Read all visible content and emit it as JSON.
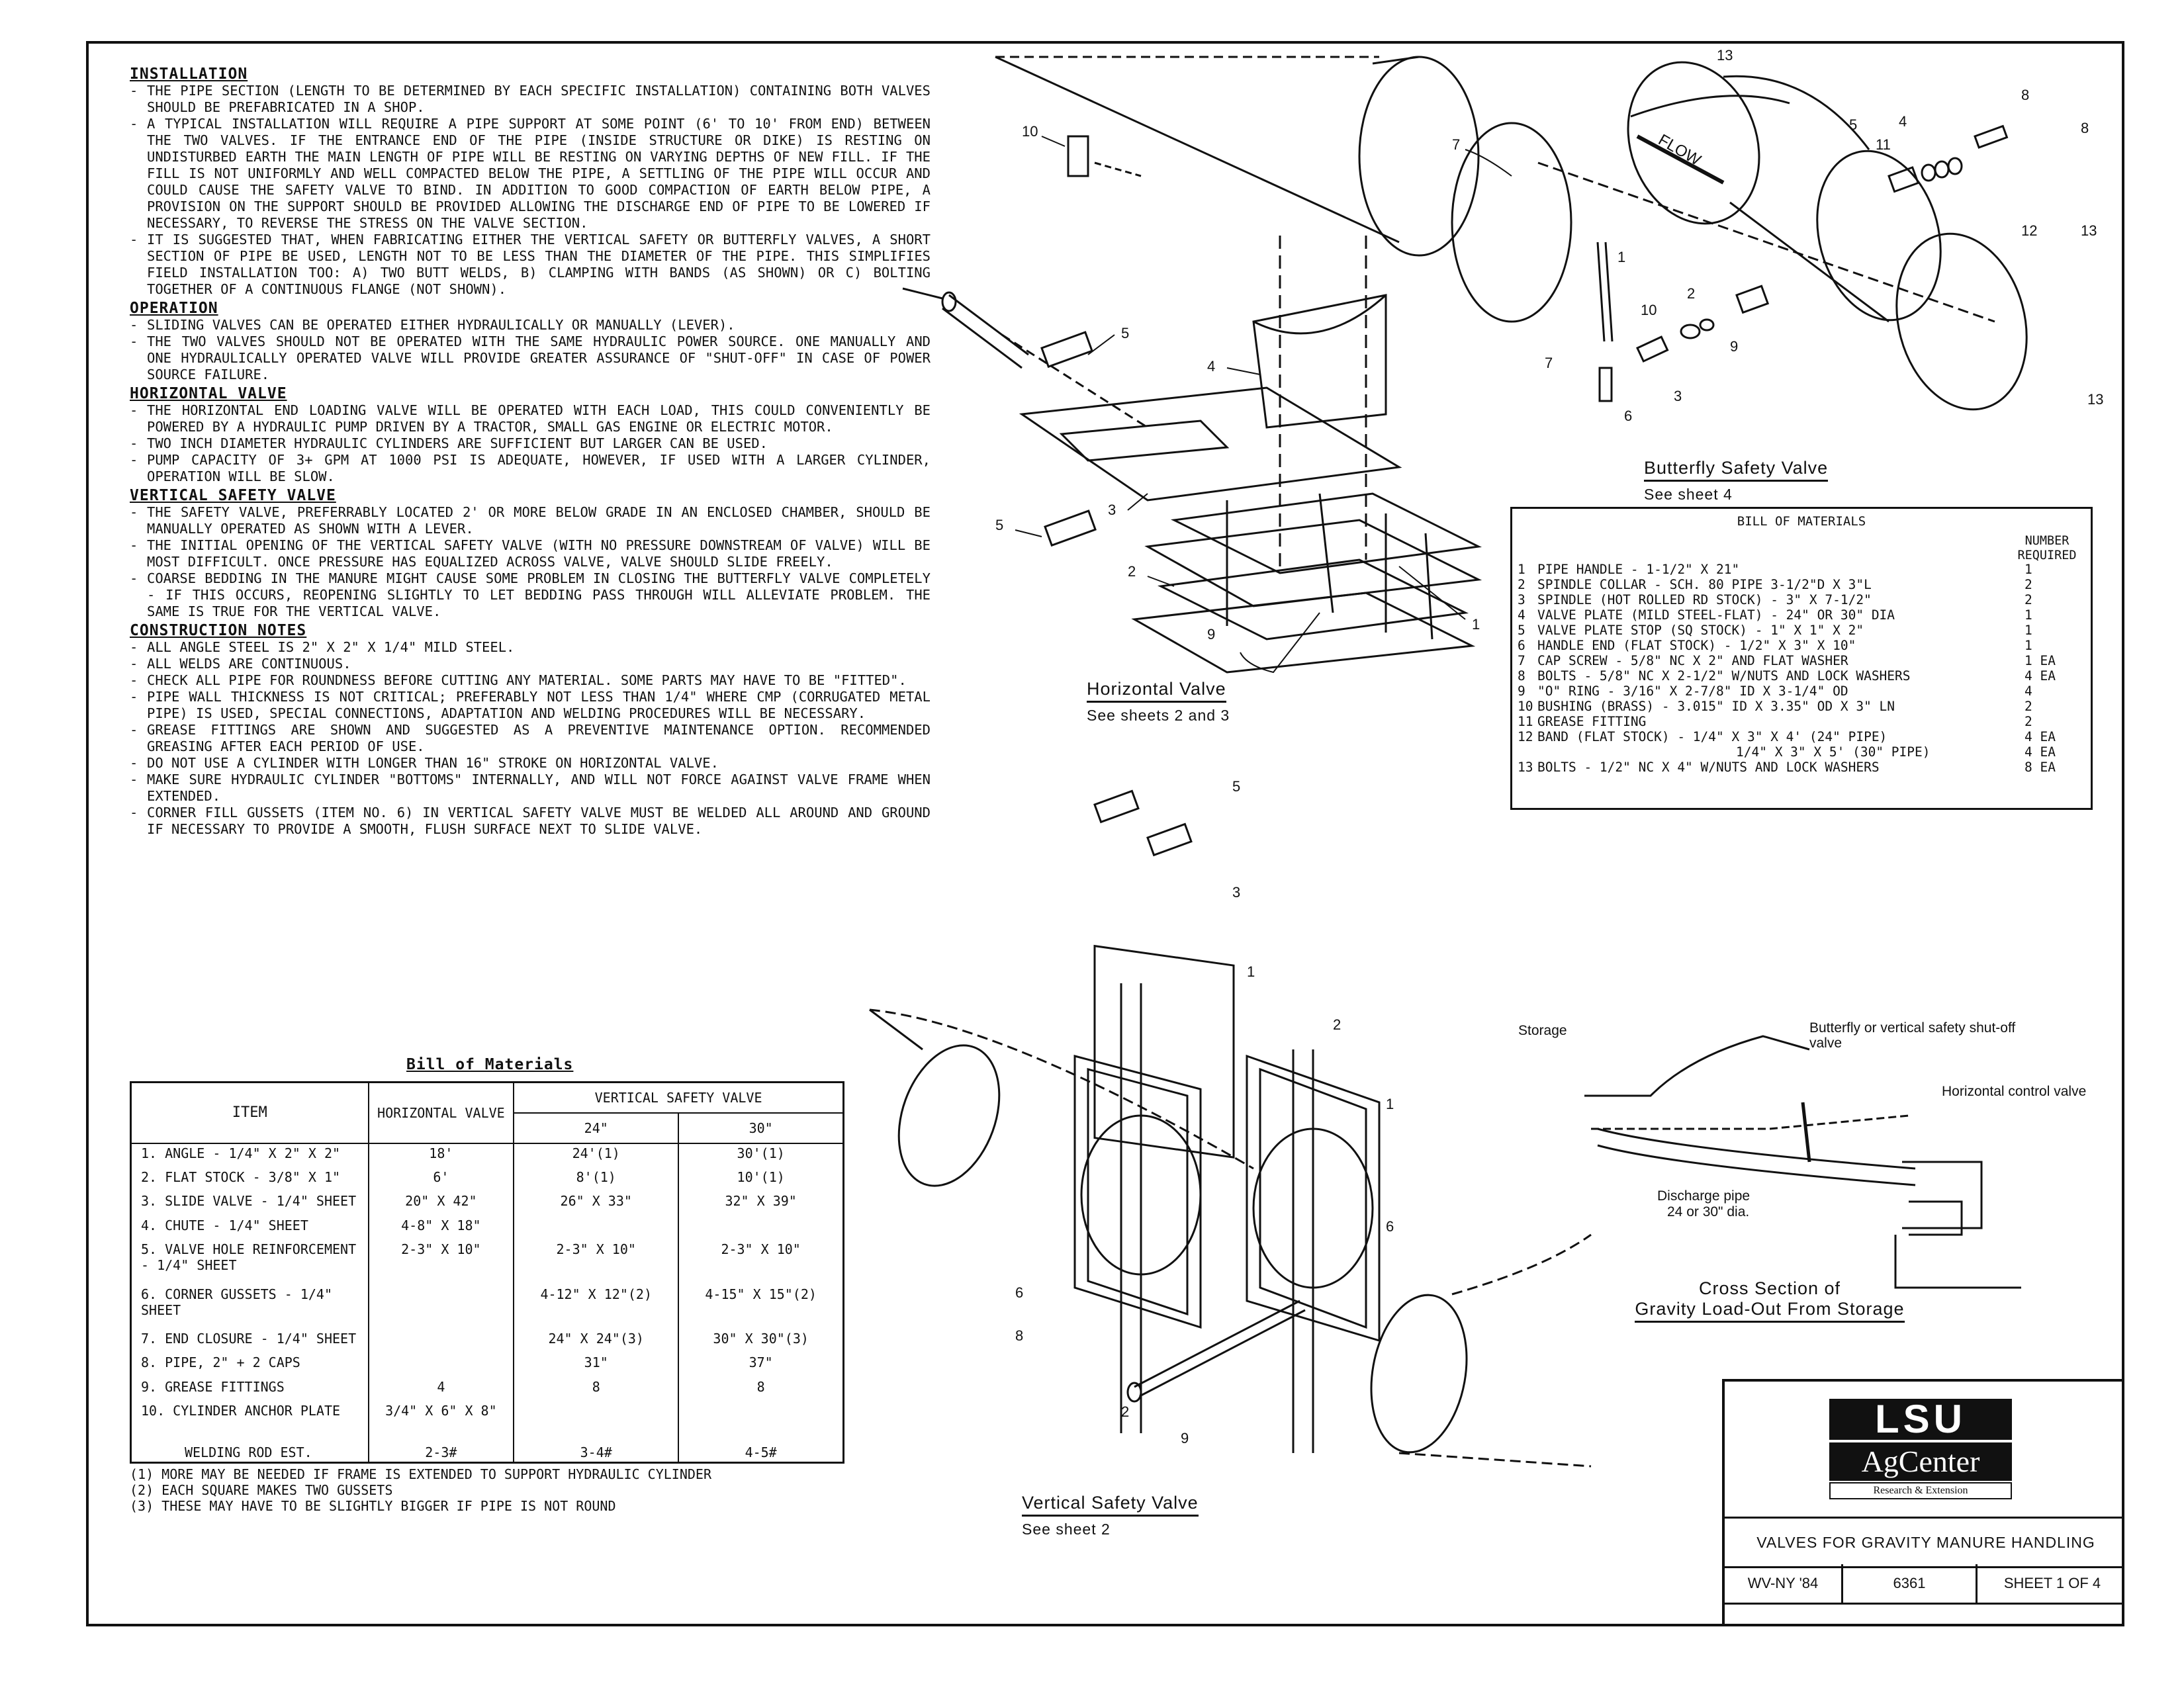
{
  "notes": {
    "installation": {
      "heading": "Installation",
      "items": [
        "The pipe section (length to be determined by each specific installation) containing both valves should be prefabricated in a shop.",
        "A typical installation will require a pipe support at some point (6' to 10' from end) between the two valves. If the entrance end of the pipe (inside structure or dike) is resting on undisturbed earth the main length of pipe will be resting on varying depths of new fill. If the fill is not uniformly and well compacted below the pipe, a settling of the pipe will occur and could cause the safety valve to bind. In addition to good compaction of earth below pipe, a provision on the support should be provided allowing the discharge end of pipe to be lowered if necessary, to reverse the stress on the valve section.",
        "It is suggested that, when fabricating either the vertical safety or butterfly valves, a short section of pipe be used, length not to be less than the diameter of the pipe. This simplifies field installation too: a) two butt welds, b) clamping with bands (as shown) or c) bolting together of a continuous flange (not shown)."
      ]
    },
    "operation": {
      "heading": "Operation",
      "items": [
        "Sliding valves can be operated either hydraulically or manually (lever).",
        "The two valves should not be operated with the same hydraulic power source. One manually and one hydraulically operated valve will provide greater assurance of \"shut-off\" in case of power source failure."
      ]
    },
    "horizontal_valve": {
      "heading": "Horizontal Valve",
      "items": [
        "The horizontal end loading valve will be operated with each load, this could conveniently be powered by a hydraulic pump driven by a tractor, small gas engine or electric motor.",
        "Two inch diameter hydraulic cylinders are sufficient but larger can be used.",
        "Pump capacity of 3+ gpm at 1000 psi is adequate, however, if used with a larger cylinder, operation will be slow."
      ]
    },
    "vertical_safety_valve": {
      "heading": "Vertical Safety Valve",
      "items": [
        "The safety valve, preferrably located 2' or more below grade in an enclosed chamber, should be manually operated as shown with a lever.",
        "The initial opening of the vertical safety valve (with no pressure downstream of valve) will be most difficult. Once pressure has equalized across valve, valve should slide freely.",
        "Coarse bedding in the manure might cause some problem in closing the butterfly valve completely - if this occurs, reopening slightly to let bedding pass through will alleviate problem. The same is true for the vertical valve."
      ]
    },
    "construction_notes": {
      "heading": "Construction Notes",
      "items": [
        "All angle steel is 2\" x 2\" x 1/4\" mild steel.",
        "All welds are continuous.",
        "Check all pipe for roundness before cutting any material. Some parts may have to be \"fitted\".",
        "Pipe wall thickness is not critical; preferably not less than 1/4\" where CMP (corrugated metal pipe) is used, special connections, adaptation and welding procedures will be necessary.",
        "Grease fittings are shown and suggested as a preventive maintenance option. Recommended greasing after each period of use.",
        "Do not use a cylinder with longer than 16\" stroke on horizontal valve.",
        "Make sure hydraulic cylinder \"bottoms\" internally, and will not force against valve frame when extended.",
        "Corner fill gussets (Item No. 6) in vertical safety valve must be welded all around and ground if necessary to provide a smooth, flush surface next to slide valve."
      ]
    }
  },
  "bom": {
    "title": "Bill of Materials",
    "headers": {
      "item": "Item",
      "horizontal": "Horizontal Valve",
      "vertical": "Vertical Safety Valve",
      "v24": "24\"",
      "v30": "30\""
    },
    "rows": [
      {
        "n": "1.",
        "item": "Angle - 1/4\" x 2\" x 2\"",
        "h": "18'",
        "v24": "24'(1)",
        "v30": "30'(1)"
      },
      {
        "n": "2.",
        "item": "Flat stock - 3/8\" x 1\"",
        "h": "6'",
        "v24": "8'(1)",
        "v30": "10'(1)"
      },
      {
        "n": "3.",
        "item": "Slide valve - 1/4\" sheet",
        "h": "20\" x 42\"",
        "v24": "26\" x 33\"",
        "v30": "32\" x 39\""
      },
      {
        "n": "4.",
        "item": "Chute - 1/4\" sheet",
        "h": "4-8\" x 18\"",
        "v24": "",
        "v30": ""
      },
      {
        "n": "5.",
        "item": "Valve hole reinforcement - 1/4\" sheet",
        "h": "2-3\" x 10\"",
        "v24": "2-3\" x 10\"",
        "v30": "2-3\" x 10\""
      },
      {
        "n": "6.",
        "item": "Corner gussets - 1/4\" sheet",
        "h": "",
        "v24": "4-12\" x 12\"(2)",
        "v30": "4-15\" x 15\"(2)"
      },
      {
        "n": "7.",
        "item": "End closure - 1/4\" sheet",
        "h": "",
        "v24": "24\" x 24\"(3)",
        "v30": "30\" x 30\"(3)"
      },
      {
        "n": "8.",
        "item": "Pipe, 2\" + 2 caps",
        "h": "",
        "v24": "31\"",
        "v30": "37\""
      },
      {
        "n": "9.",
        "item": "Grease fittings",
        "h": "4",
        "v24": "8",
        "v30": "8"
      },
      {
        "n": "10.",
        "item": "Cylinder anchor plate",
        "h": "3/4\" x 6\" x 8\"",
        "v24": "",
        "v30": ""
      }
    ],
    "welding": {
      "label": "Welding rod est.",
      "h": "2-3#",
      "v24": "3-4#",
      "v30": "4-5#"
    },
    "footnotes": [
      "(1) More may be needed if frame is extended to support hydraulic cylinder",
      "(2) Each square makes two gussets",
      "(3) These may have to be slightly bigger if pipe is not round"
    ]
  },
  "drawings": {
    "horizontal": {
      "title": "Horizontal Valve",
      "subtitle": "See sheets 2 and 3"
    },
    "vertical": {
      "title": "Vertical Safety Valve",
      "subtitle": "See sheet 2"
    },
    "butterfly": {
      "title": "Butterfly Safety Valve",
      "subtitle": "See sheet 4",
      "flow_label": "FLOW"
    },
    "cross_section": {
      "title_1": "Cross Section of",
      "title_2": "Gravity Load-Out From Storage",
      "storage": "Storage",
      "butterfly_or_vertical": "Butterfly or vertical safety shut-off valve",
      "horizontal_control": "Horizontal control valve",
      "discharge_pipe": "Discharge pipe",
      "discharge_dia": "24 or 30\" dia."
    },
    "callouts": {
      "c1": "1",
      "c2": "2",
      "c3": "3",
      "c4": "4",
      "c5": "5",
      "c6": "6",
      "c7": "7",
      "c8": "8",
      "c9": "9",
      "c10": "10",
      "c11": "11",
      "c12": "12",
      "c13": "13"
    }
  },
  "butterfly_bom": {
    "heading": "Bill of Materials",
    "number_required": "Number Required",
    "rows": [
      {
        "n": "1",
        "d": "Pipe handle - 1-1/2\" x 21\"",
        "q": "1"
      },
      {
        "n": "2",
        "d": "Spindle collar - sch. 80 pipe 3-1/2\"D x 3\"L",
        "q": "2"
      },
      {
        "n": "3",
        "d": "Spindle (hot rolled rd stock) - 3\" x 7-1/2\"",
        "q": "2"
      },
      {
        "n": "4",
        "d": "Valve plate (mild steel-flat) - 24\" or 30\" dia",
        "q": "1"
      },
      {
        "n": "5",
        "d": "Valve plate stop (sq stock) - 1\" x 1\" x 2\"",
        "q": "1"
      },
      {
        "n": "6",
        "d": "Handle end (flat stock) - 1/2\" x 3\" x 10\"",
        "q": "1"
      },
      {
        "n": "7",
        "d": "Cap screw - 5/8\" NC x 2\" and flat washer",
        "q": "1 EA"
      },
      {
        "n": "8",
        "d": "Bolts - 5/8\" NC x 2-1/2\" w/nuts and lock washers",
        "q": "4 EA"
      },
      {
        "n": "9",
        "d": "\"O\" ring - 3/16\" x 2-7/8\" ID x 3-1/4\" OD",
        "q": "4"
      },
      {
        "n": "10",
        "d": "Bushing (brass) - 3.015\" ID x 3.35\" OD x 3\" LN",
        "q": "2"
      },
      {
        "n": "11",
        "d": "Grease fitting",
        "q": "2"
      },
      {
        "n": "12",
        "d": "Band (flat stock) - 1/4\" x 3\" x 4' (24\" pipe)",
        "q": "4 EA"
      },
      {
        "n": "",
        "d": "1/4\" x 3\" x 5' (30\" pipe)",
        "q": "4 EA"
      },
      {
        "n": "13",
        "d": "Bolts - 1/2\" NC x 4\" w/nuts and lock washers",
        "q": "8 EA"
      }
    ]
  },
  "title_block": {
    "logo_top": "LSU",
    "logo_middle": "AgCenter",
    "logo_bottom": "Research & Extension",
    "title": "Valves for Gravity Manure Handling",
    "code": "WV-NY '84",
    "number": "6361",
    "sheet": "Sheet 1 of 4"
  }
}
